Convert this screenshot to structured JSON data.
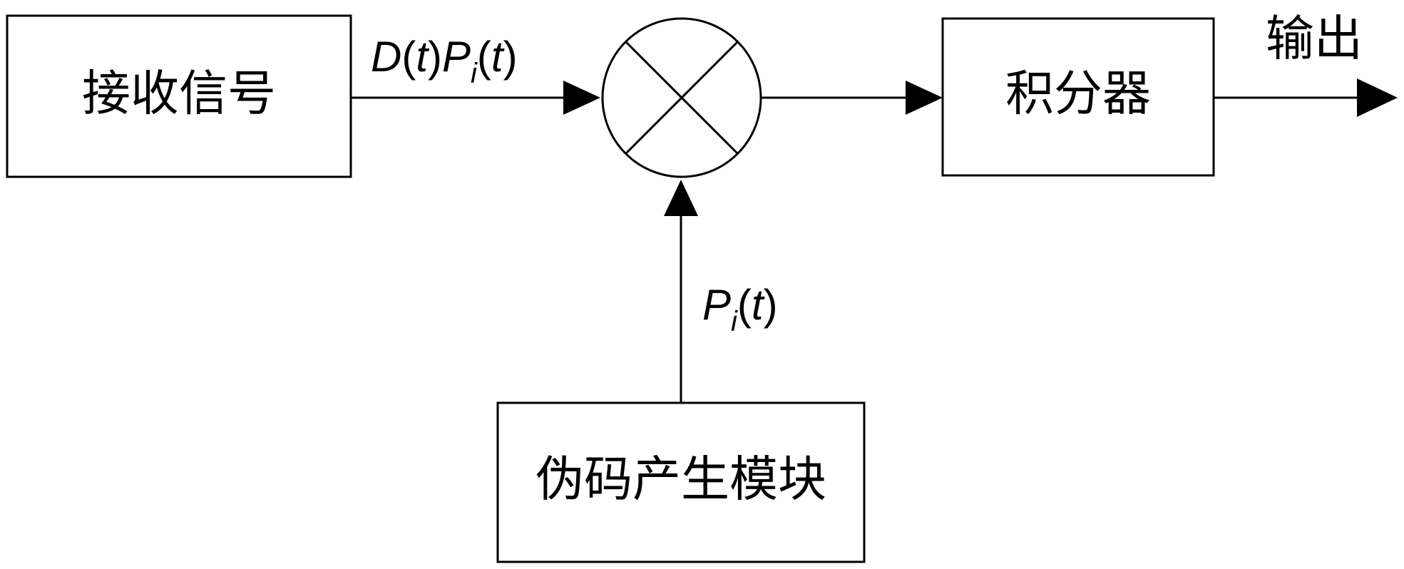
{
  "blocks": {
    "received_signal": "接收信号",
    "integrator": "积分器",
    "pn_generator": "伪码产生模块"
  },
  "signals": {
    "input_product": {
      "D": "D",
      "open1": "(",
      "t1": "t",
      "close1": ")",
      "P": "P",
      "sub": "i",
      "open2": "(",
      "t2": "t",
      "close2": ")"
    },
    "pn_code": {
      "P": "P",
      "sub": "i",
      "open": "(",
      "t": "t",
      "close": ")"
    },
    "output": "输出"
  },
  "colors": {
    "stroke": "#000000",
    "background": "#ffffff"
  },
  "icons": {
    "multiplier": "multiplier-icon"
  }
}
